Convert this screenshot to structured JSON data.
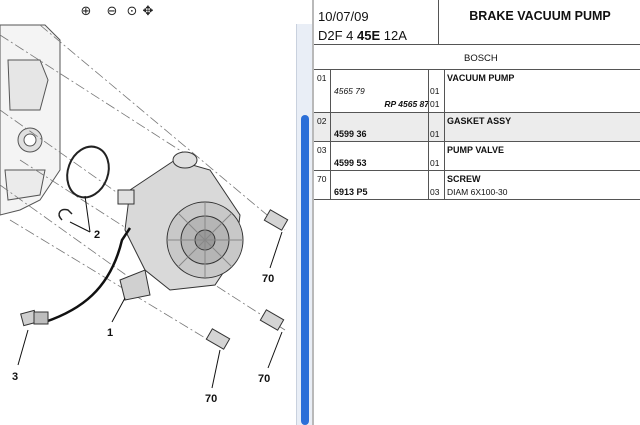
{
  "toolbar": {
    "zoom_in_icon": "zoom-in",
    "zoom_out_icon": "zoom-out",
    "pan_icon": "move"
  },
  "header": {
    "date": "10/07/09",
    "code_prefix": "D2F 4 ",
    "code_bold": "45E",
    "code_suffix": " 12A",
    "title": "BRAKE VACUUM PUMP",
    "brand": "BOSCH"
  },
  "callouts": [
    "2",
    "1",
    "3",
    "70",
    "70",
    "70"
  ],
  "parts": [
    {
      "num": "01",
      "ref_old": "4565 79",
      "ref_rp": "RP 4565 87",
      "qty1": "01",
      "qty2": "01",
      "desc": "VACUUM PUMP",
      "sub": ""
    },
    {
      "num": "02",
      "ref": "4599 36",
      "qty": "01",
      "desc": "GASKET ASSY",
      "sub": ""
    },
    {
      "num": "03",
      "ref": "4599 53",
      "qty": "01",
      "desc": "PUMP VALVE",
      "sub": ""
    },
    {
      "num": "70",
      "ref": "6913 P5",
      "qty": "03",
      "desc": "SCREW",
      "sub": "DIAM 6X100-30"
    }
  ]
}
